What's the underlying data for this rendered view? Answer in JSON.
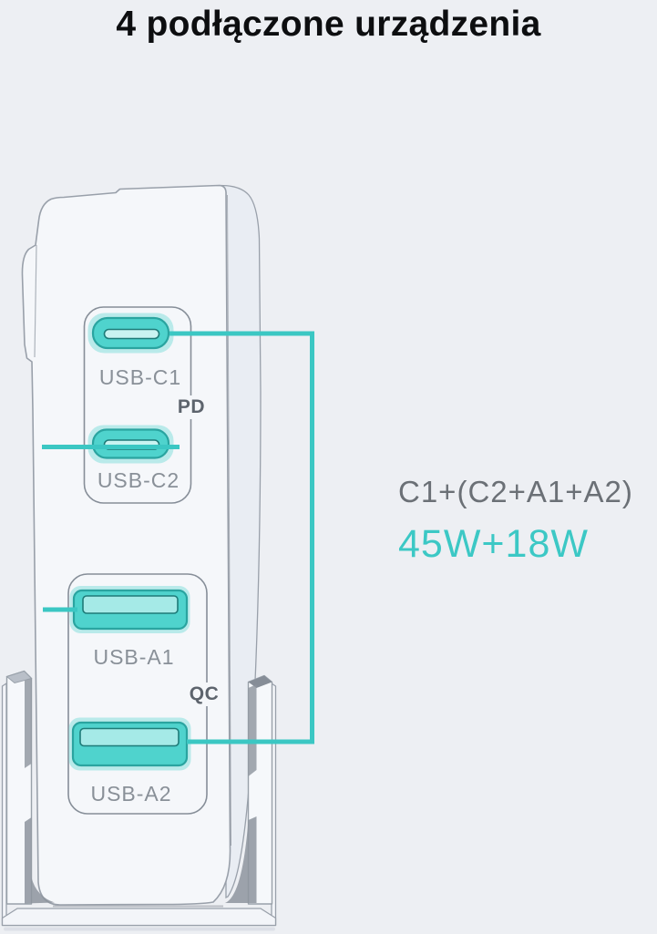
{
  "title": "4 podłączone urządzenia",
  "device": {
    "pd_label": "PD",
    "qc_label": "QC",
    "ports": [
      {
        "label": "USB-C1"
      },
      {
        "label": "USB-C2"
      },
      {
        "label": "USB-A1"
      },
      {
        "label": "USB-A2"
      }
    ]
  },
  "annotation": {
    "combo": "C1+(C2+A1+A2)",
    "power": "45W+18W"
  },
  "colors": {
    "background": "#edeff3",
    "accent_teal": "#3bc7c3",
    "port_fill": "#4fd3cd",
    "power_text": "#3cc8c5",
    "combo_text": "#6b7076",
    "outline_gray": "#99a0aa"
  }
}
